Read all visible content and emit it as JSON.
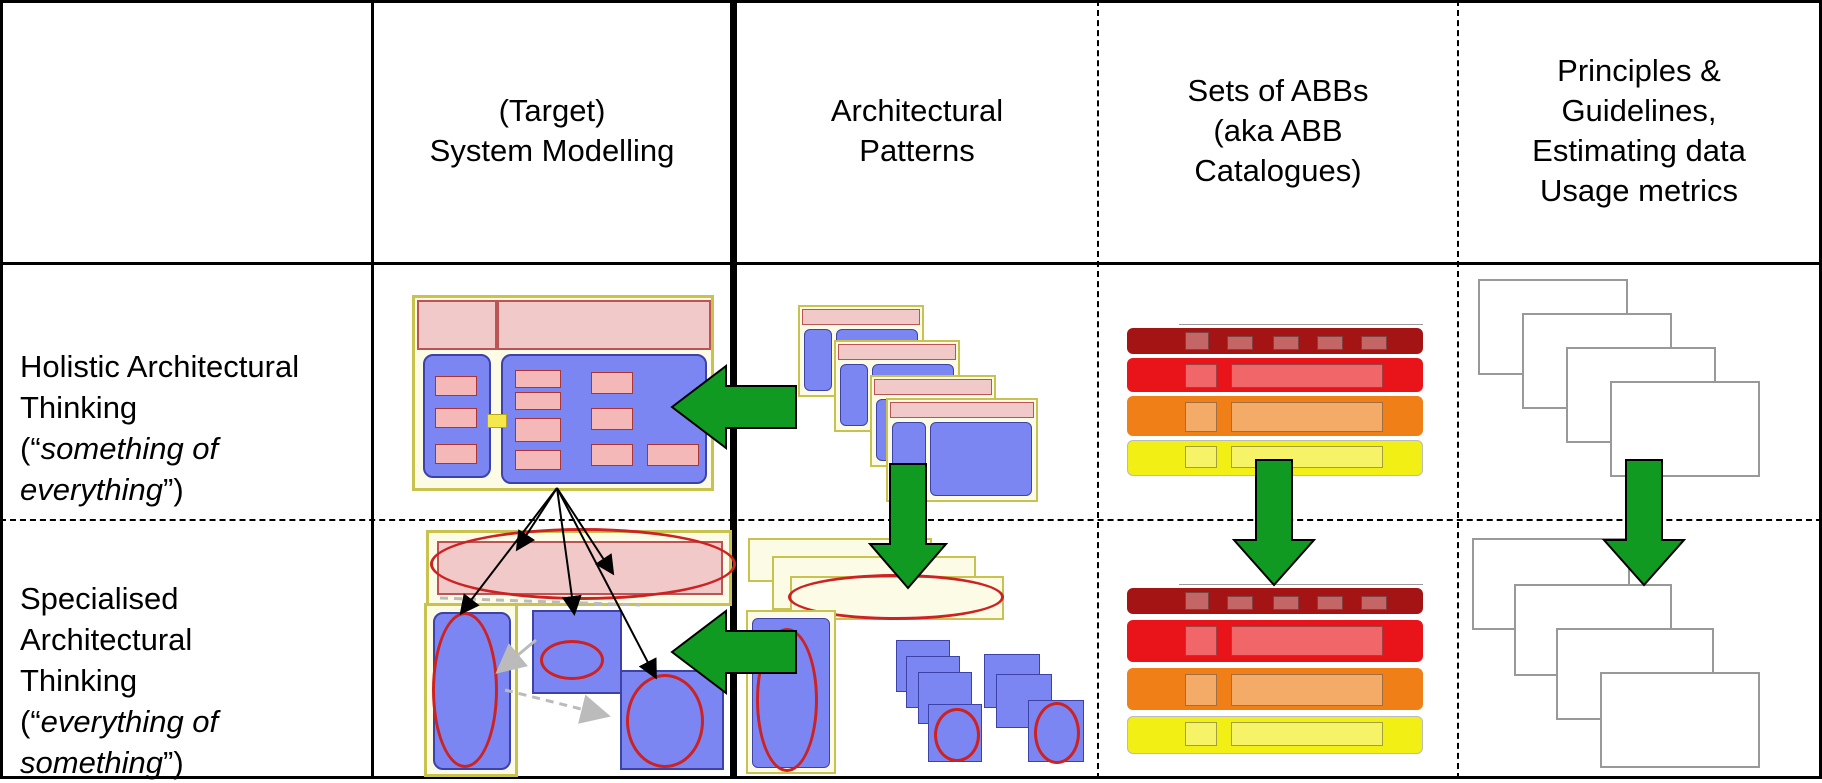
{
  "headers": {
    "system_modelling": "(Target)\nSystem Modelling",
    "architectural_patterns": "Architectural\nPatterns",
    "abb_catalogues": "Sets of ABBs\n(aka ABB\nCatalogues)",
    "principles": "Principles &\nGuidelines,\nEstimating data\nUsage metrics"
  },
  "rows": {
    "holistic": {
      "pre": "Holistic Architectural\nThinking\n(“",
      "italic": "something of\neverything",
      "post": "”)"
    },
    "specialised": {
      "pre": "Specialised\nArchitectural\nThinking\n(“",
      "italic": "everything of\nsomething",
      "post": "”)"
    }
  },
  "colors": {
    "arrow_green": "#119a22",
    "enterprise_band": "#a51414",
    "business_band": "#e8141a",
    "information_band": "#ef7f16",
    "technology_band": "#f2ef14",
    "model_blue": "#7c86f2",
    "highlight_red": "#c22222"
  },
  "icons": {
    "arrow_left": "green-left-arrow",
    "arrow_down": "green-down-arrow"
  }
}
